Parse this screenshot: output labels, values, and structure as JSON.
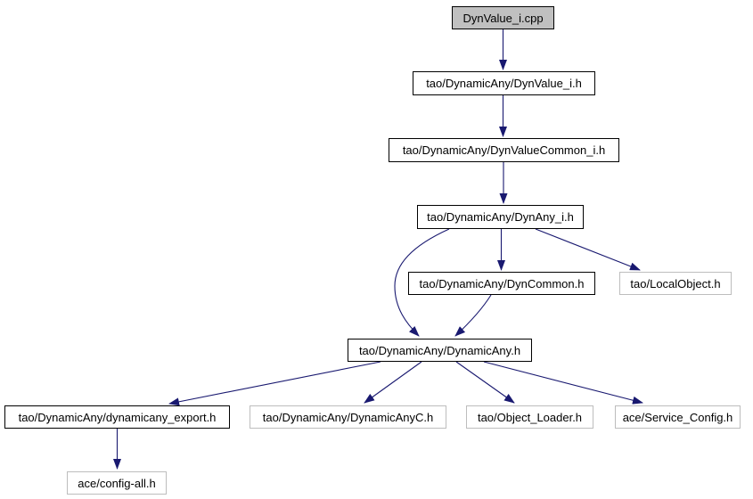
{
  "diagram": {
    "type": "doxygen-include-dependency-graph",
    "root_file": "DynValue_i.cpp",
    "colors": {
      "edge": "#191970",
      "root_fill": "#c0c0c0",
      "node_fill": "#ffffff",
      "documented_border": "#000000",
      "undocumented_border": "#bdbdbd",
      "text": "#000000",
      "background": "#ffffff"
    },
    "nodes": [
      {
        "id": "dynvalue-i-cpp",
        "label": "DynValue_i.cpp",
        "kind": "root"
      },
      {
        "id": "dynvalue-i-h",
        "label": "tao/DynamicAny/DynValue_i.h",
        "kind": "documented"
      },
      {
        "id": "dynvaluecommon-i-h",
        "label": "tao/DynamicAny/DynValueCommon_i.h",
        "kind": "documented"
      },
      {
        "id": "dynany-i-h",
        "label": "tao/DynamicAny/DynAny_i.h",
        "kind": "documented"
      },
      {
        "id": "dyncommon-h",
        "label": "tao/DynamicAny/DynCommon.h",
        "kind": "documented"
      },
      {
        "id": "localobject-h",
        "label": "tao/LocalObject.h",
        "kind": "undocumented"
      },
      {
        "id": "dynamicany-h",
        "label": "tao/DynamicAny/DynamicAny.h",
        "kind": "documented"
      },
      {
        "id": "dynamicany-export-h",
        "label": "tao/DynamicAny/dynamicany_export.h",
        "kind": "documented"
      },
      {
        "id": "dynamicanyc-h",
        "label": "tao/DynamicAny/DynamicAnyC.h",
        "kind": "undocumented"
      },
      {
        "id": "object-loader-h",
        "label": "tao/Object_Loader.h",
        "kind": "undocumented"
      },
      {
        "id": "service-config-h",
        "label": "ace/Service_Config.h",
        "kind": "undocumented"
      },
      {
        "id": "config-all-h",
        "label": "ace/config-all.h",
        "kind": "undocumented"
      }
    ],
    "edges": [
      {
        "from": "DynValue_i.cpp",
        "to": "tao/DynamicAny/DynValue_i.h"
      },
      {
        "from": "tao/DynamicAny/DynValue_i.h",
        "to": "tao/DynamicAny/DynValueCommon_i.h"
      },
      {
        "from": "tao/DynamicAny/DynValueCommon_i.h",
        "to": "tao/DynamicAny/DynAny_i.h"
      },
      {
        "from": "tao/DynamicAny/DynAny_i.h",
        "to": "tao/DynamicAny/DynCommon.h"
      },
      {
        "from": "tao/DynamicAny/DynAny_i.h",
        "to": "tao/DynamicAny/DynamicAny.h"
      },
      {
        "from": "tao/DynamicAny/DynAny_i.h",
        "to": "tao/LocalObject.h"
      },
      {
        "from": "tao/DynamicAny/DynCommon.h",
        "to": "tao/DynamicAny/DynamicAny.h"
      },
      {
        "from": "tao/DynamicAny/DynamicAny.h",
        "to": "tao/DynamicAny/dynamicany_export.h"
      },
      {
        "from": "tao/DynamicAny/DynamicAny.h",
        "to": "tao/DynamicAny/DynamicAnyC.h"
      },
      {
        "from": "tao/DynamicAny/DynamicAny.h",
        "to": "tao/Object_Loader.h"
      },
      {
        "from": "tao/DynamicAny/DynamicAny.h",
        "to": "ace/Service_Config.h"
      },
      {
        "from": "tao/DynamicAny/dynamicany_export.h",
        "to": "ace/config-all.h"
      }
    ]
  }
}
